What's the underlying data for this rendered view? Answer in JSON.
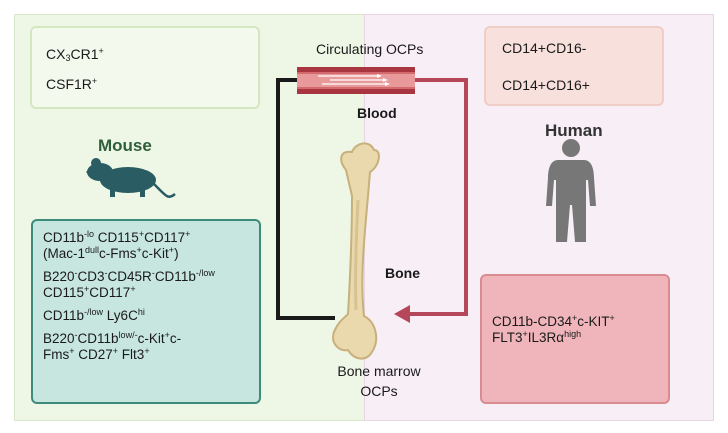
{
  "circulating_title": "Circulating OCPs",
  "blood_label": "Blood",
  "bone_label": "Bone",
  "marrow_label_line1": "Bone marrow",
  "marrow_label_line2": "OCPs",
  "mouse": {
    "label": "Mouse",
    "top_markers": [
      {
        "parts": [
          "CX",
          "3",
          "CR1",
          "+"
        ]
      },
      {
        "parts": [
          "CSF1R",
          "+"
        ]
      }
    ],
    "bottom": {
      "m1_a": "CD11b",
      "m1_a_sup": "-lo",
      "m1_b": " CD115",
      "m1_b_sup": "+",
      "m1_c": "CD117",
      "m1_c_sup": "+",
      "m1_d": "(Mac-1",
      "m1_d_sup": "dull",
      "m1_e": "c-Fms",
      "m1_e_sup": "+",
      "m1_f": "c-Kit",
      "m1_f_sup": "+",
      "m1_g": ")",
      "m2_a": "B220",
      "m2_a_sup": "-",
      "m2_b": "CD3",
      "m2_b_sup": "-",
      "m2_c": "CD45R",
      "m2_c_sup": "-",
      "m2_d": "CD11b",
      "m2_d_sup": "-/low",
      "m2_e": "CD115",
      "m2_e_sup": "+",
      "m2_f": "CD117",
      "m2_f_sup": "+",
      "m3_a": "CD11b",
      "m3_a_sup": "-/low",
      "m3_b": " Ly6C",
      "m3_b_sup": "hi",
      "m4_a": "B220",
      "m4_a_sup": "-",
      "m4_b": "CD11b",
      "m4_b_sup": "low/-",
      "m4_c": "c-Kit",
      "m4_c_sup": "+",
      "m4_d": "c-",
      "m4_e": "Fms",
      "m4_e_sup": "+",
      "m4_f": " CD27",
      "m4_f_sup": "+",
      "m4_g": " Flt3",
      "m4_g_sup": "+"
    }
  },
  "human": {
    "label": "Human",
    "top_markers": [
      "CD14+CD16-",
      "CD14+CD16+"
    ],
    "bottom": {
      "a": "CD11b-CD34",
      "a_sup": "+",
      "b": "c-KIT",
      "b_sup": "+",
      "c": "FLT3",
      "c_sup": "+",
      "d": "IL3Rα",
      "d_sup": "high"
    }
  },
  "colors": {
    "left_bg": "#eef6e6",
    "right_bg": "#f7eef6",
    "mouse_box": "#c7e6df",
    "human_box": "#efb5ba",
    "arrow_black": "#1a1a1a",
    "arrow_red": "#b5475a"
  }
}
